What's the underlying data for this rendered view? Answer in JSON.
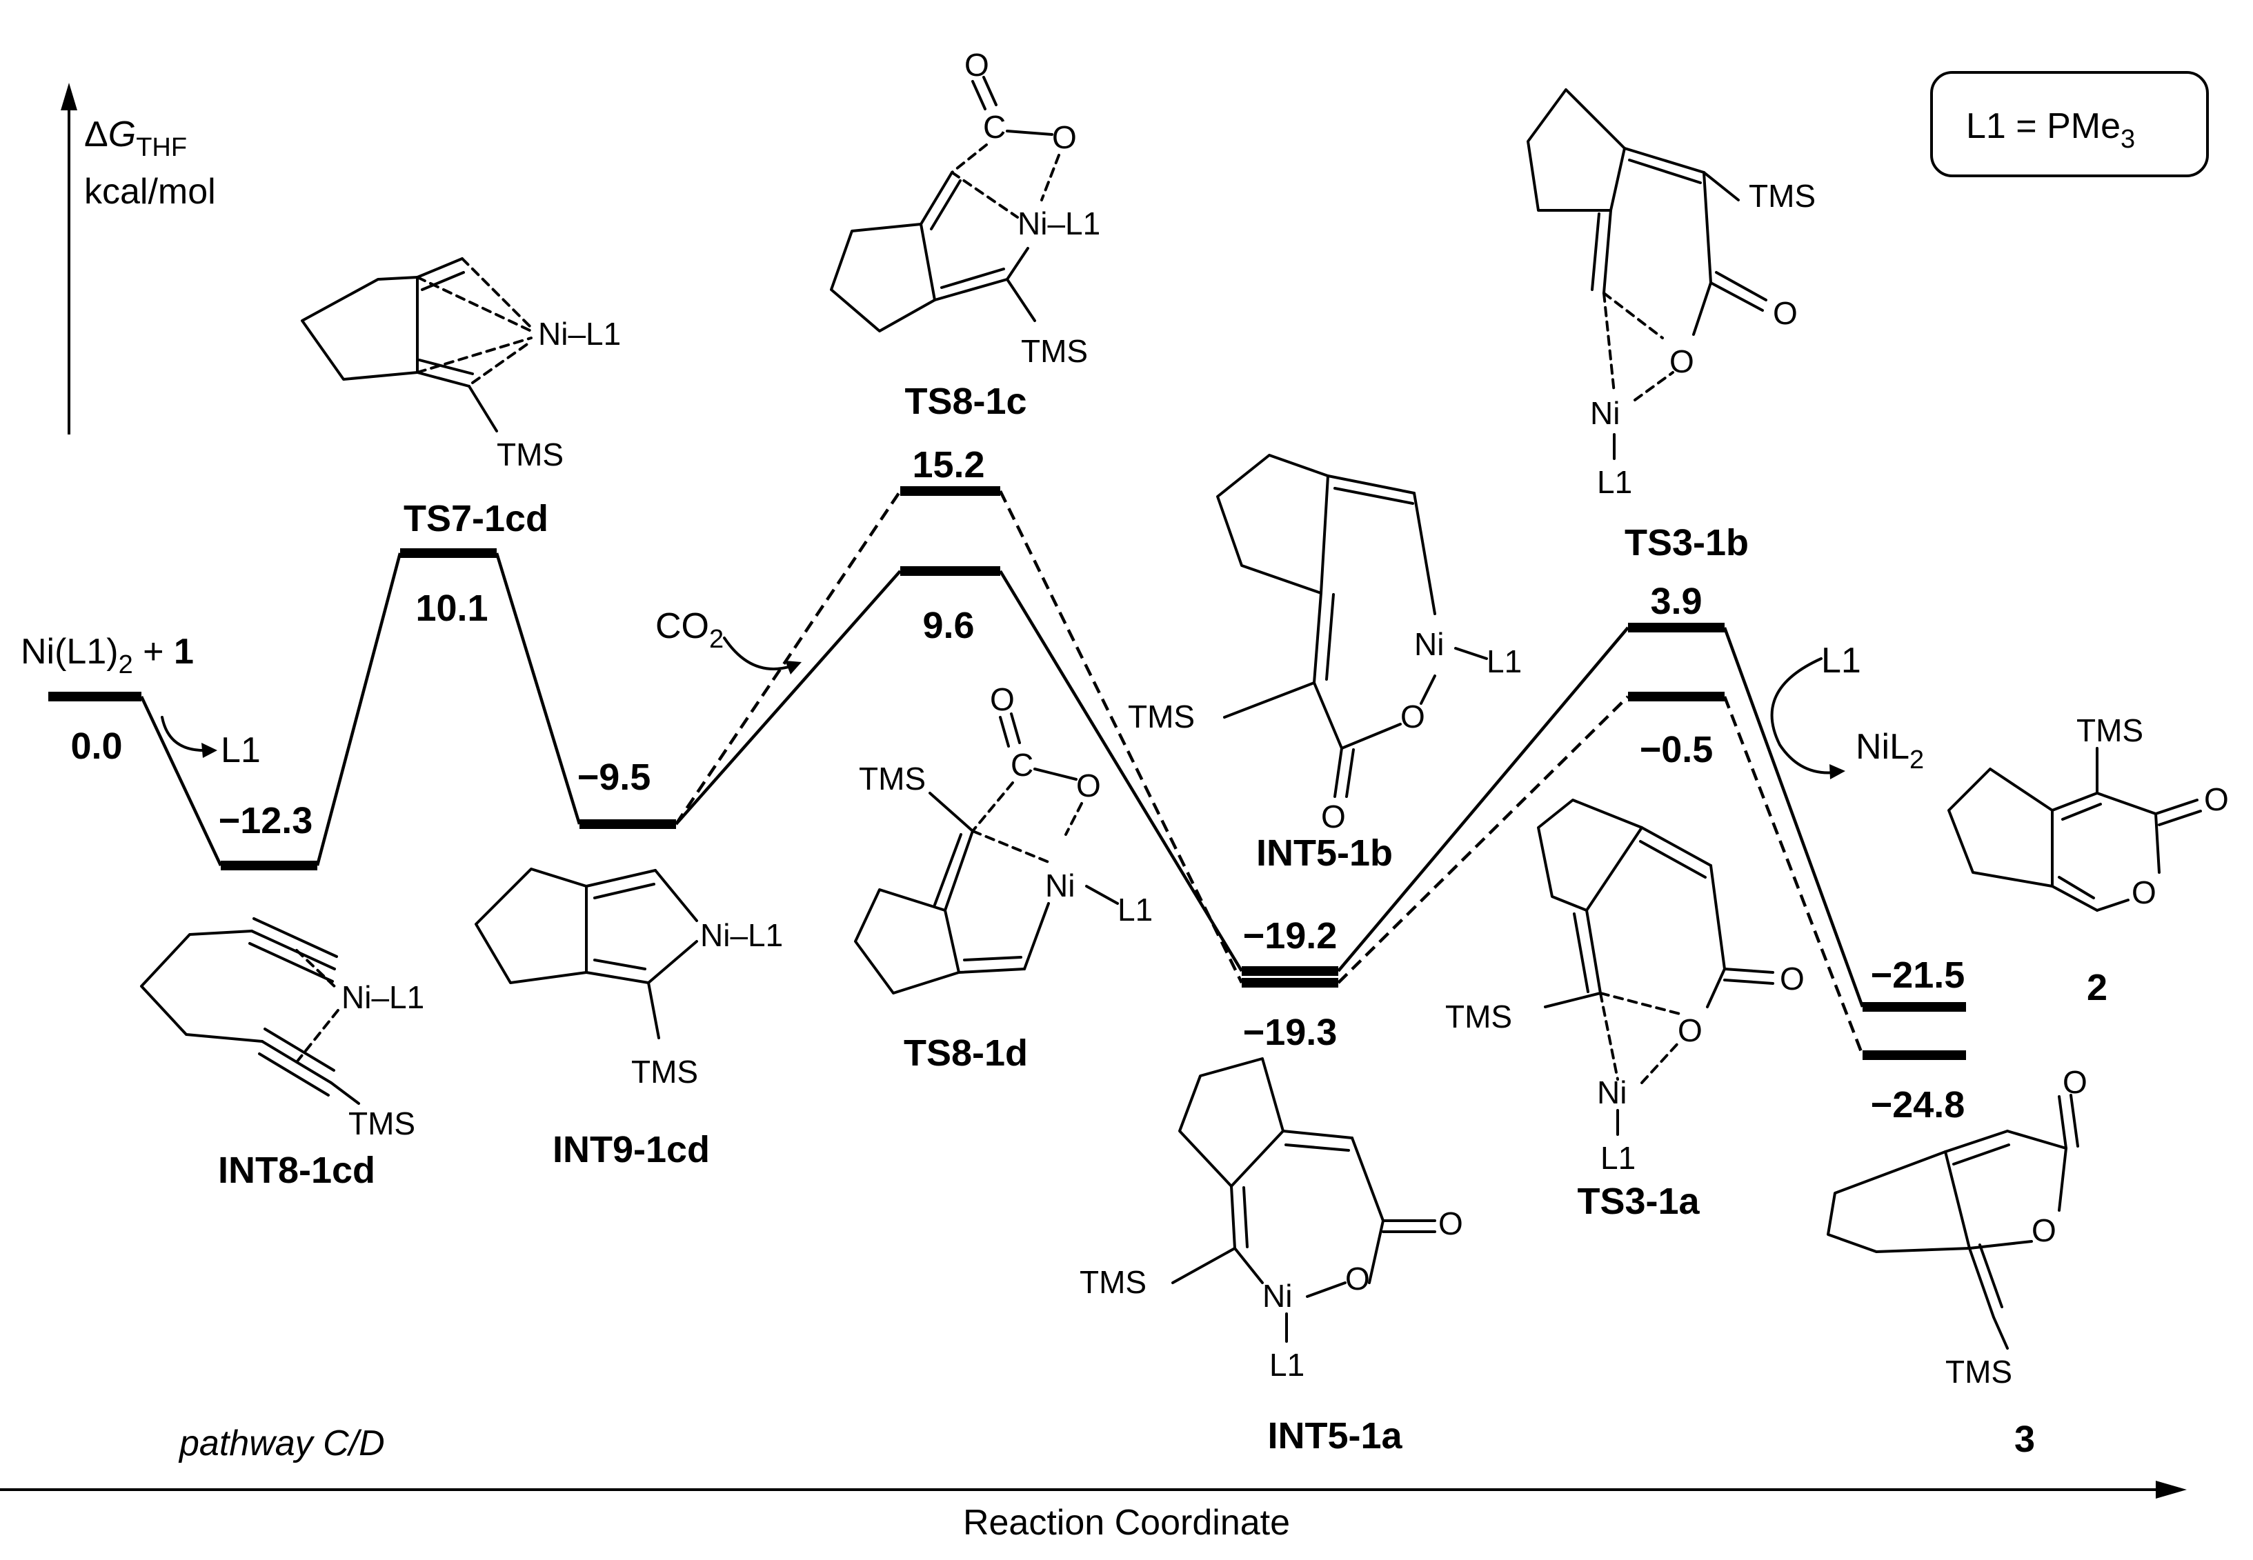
{
  "axes": {
    "y_label_prefix": "Δ",
    "y_label_symbol": "G",
    "y_label_subscript": "THF",
    "y_label_unit": "kcal/mol",
    "x_label": "Reaction Coordinate"
  },
  "legend": {
    "prefix": "L1 = PMe",
    "subscript": "3"
  },
  "pathway_label": "pathway C/D",
  "reactants": {
    "text": "Ni(L1)",
    "subscript": "2",
    "plus": " + ",
    "bold": "1"
  },
  "species": {
    "INT8_1cd": "INT8-1cd",
    "TS7_1cd": "TS7-1cd",
    "INT9_1cd": "INT9-1cd",
    "TS8_1c": "TS8-1c",
    "TS8_1d": "TS8-1d",
    "INT5_1b": "INT5-1b",
    "INT5_1a": "INT5-1a",
    "TS3_1b": "TS3-1b",
    "TS3_1a": "TS3-1a",
    "p2": "2",
    "p3": "3"
  },
  "energies": {
    "start": "0.0",
    "INT8_1cd": "−12.3",
    "TS7_1cd": "10.1",
    "INT9_1cd": "−9.5",
    "TS8_1c": "15.2",
    "TS8_1d": "9.6",
    "INT5_1b": "−19.2",
    "INT5_1a": "−19.3",
    "TS3_1b": "3.9",
    "TS3_1a": "−0.5",
    "p2": "−21.5",
    "p3": "−24.8"
  },
  "annotations": {
    "L1_release": "L1",
    "CO2_text": "CO",
    "CO2_sub": "2",
    "L1_add": "L1",
    "NiL2_text": "NiL",
    "NiL2_sub": "2"
  },
  "atoms": {
    "Ni": "Ni",
    "L1": "L1",
    "TMS": "TMS",
    "O": "O",
    "C": "C",
    "Ni_L1": "Ni–L1"
  }
}
